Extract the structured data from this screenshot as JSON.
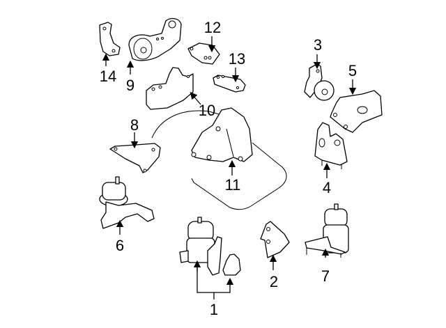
{
  "diagram": {
    "type": "exploded-parts-diagram",
    "subject": "engine / transmission mounts",
    "callouts": [
      {
        "id": "1",
        "label": "1"
      },
      {
        "id": "2",
        "label": "2"
      },
      {
        "id": "3",
        "label": "3"
      },
      {
        "id": "4",
        "label": "4"
      },
      {
        "id": "5",
        "label": "5"
      },
      {
        "id": "6",
        "label": "6"
      },
      {
        "id": "7",
        "label": "7"
      },
      {
        "id": "8",
        "label": "8"
      },
      {
        "id": "9",
        "label": "9"
      },
      {
        "id": "10",
        "label": "10"
      },
      {
        "id": "11",
        "label": "11"
      },
      {
        "id": "12",
        "label": "12"
      },
      {
        "id": "13",
        "label": "13"
      },
      {
        "id": "14",
        "label": "14"
      }
    ]
  }
}
